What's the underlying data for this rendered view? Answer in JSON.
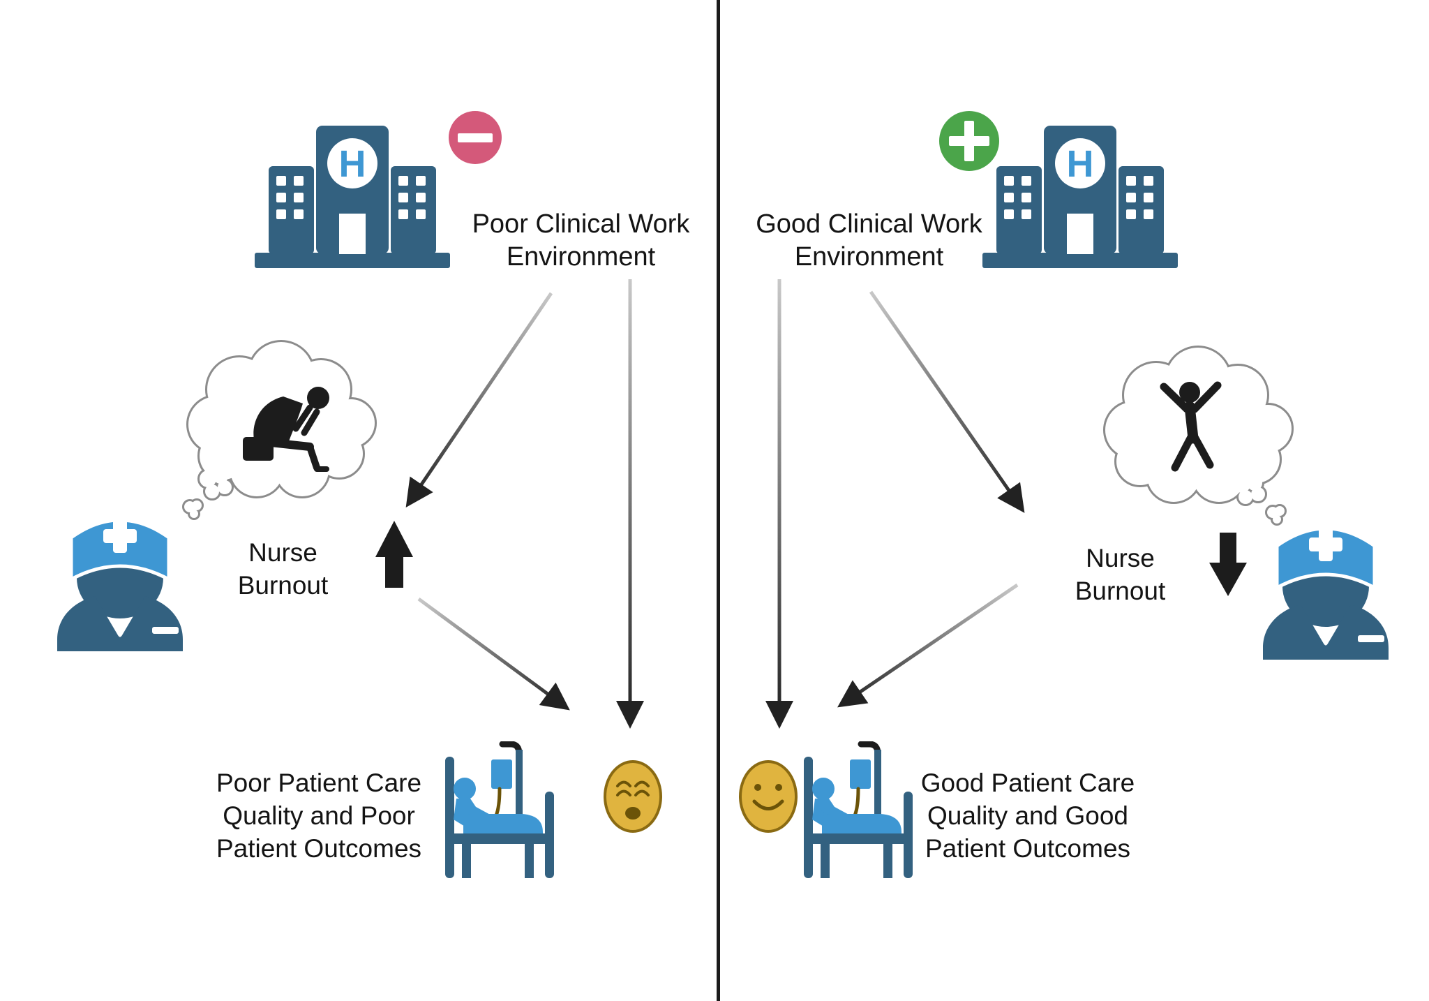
{
  "hospital_letter": "H",
  "colors": {
    "dark_blue": "#336180",
    "light_blue": "#3e97d3",
    "red_badge": "#d4597a",
    "green_badge": "#4ba54a",
    "emoji_fill": "#e0b43f",
    "emoji_stroke": "#8a6a12",
    "emoji_features": "#6b5308",
    "cloud_stroke": "#8c8c8c",
    "figure_black": "#1c1c1c",
    "text_color": "#141414",
    "arrow_dark": "#222222",
    "arrow_light": "#c8c8c8"
  },
  "left": {
    "badge": "minus",
    "environment_lines": [
      "Poor Clinical Work",
      "Environment"
    ],
    "thought_content": "burned-out person sitting with head in hands",
    "burnout_label": "Nurse Burnout",
    "burnout_trend": "increase",
    "outcome_lines": [
      "Poor Patient Care",
      "Quality and Poor",
      "Patient Outcomes"
    ],
    "patient_emotion": "weary"
  },
  "right": {
    "badge": "plus",
    "environment_lines": [
      "Good Clinical Work",
      "Environment"
    ],
    "thought_content": "happy person jumping",
    "burnout_label": "Nurse Burnout",
    "burnout_trend": "decrease",
    "outcome_lines": [
      "Good Patient Care",
      "Quality and Good",
      "Patient Outcomes"
    ],
    "patient_emotion": "smiling"
  }
}
